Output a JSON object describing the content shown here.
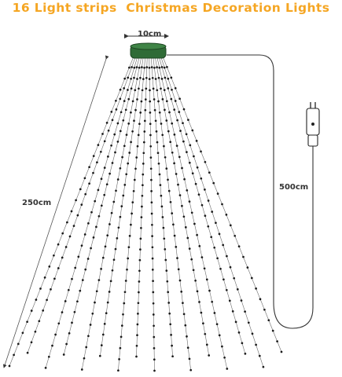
{
  "title": "16 Light strips  Christmas Decoration Lights",
  "title_color": "#f5a623",
  "ring_color": "#2f6b36",
  "strand_count": 16,
  "dimensions": {
    "top_width": "10cm",
    "height": "250cm",
    "cable_length": "500cm"
  }
}
